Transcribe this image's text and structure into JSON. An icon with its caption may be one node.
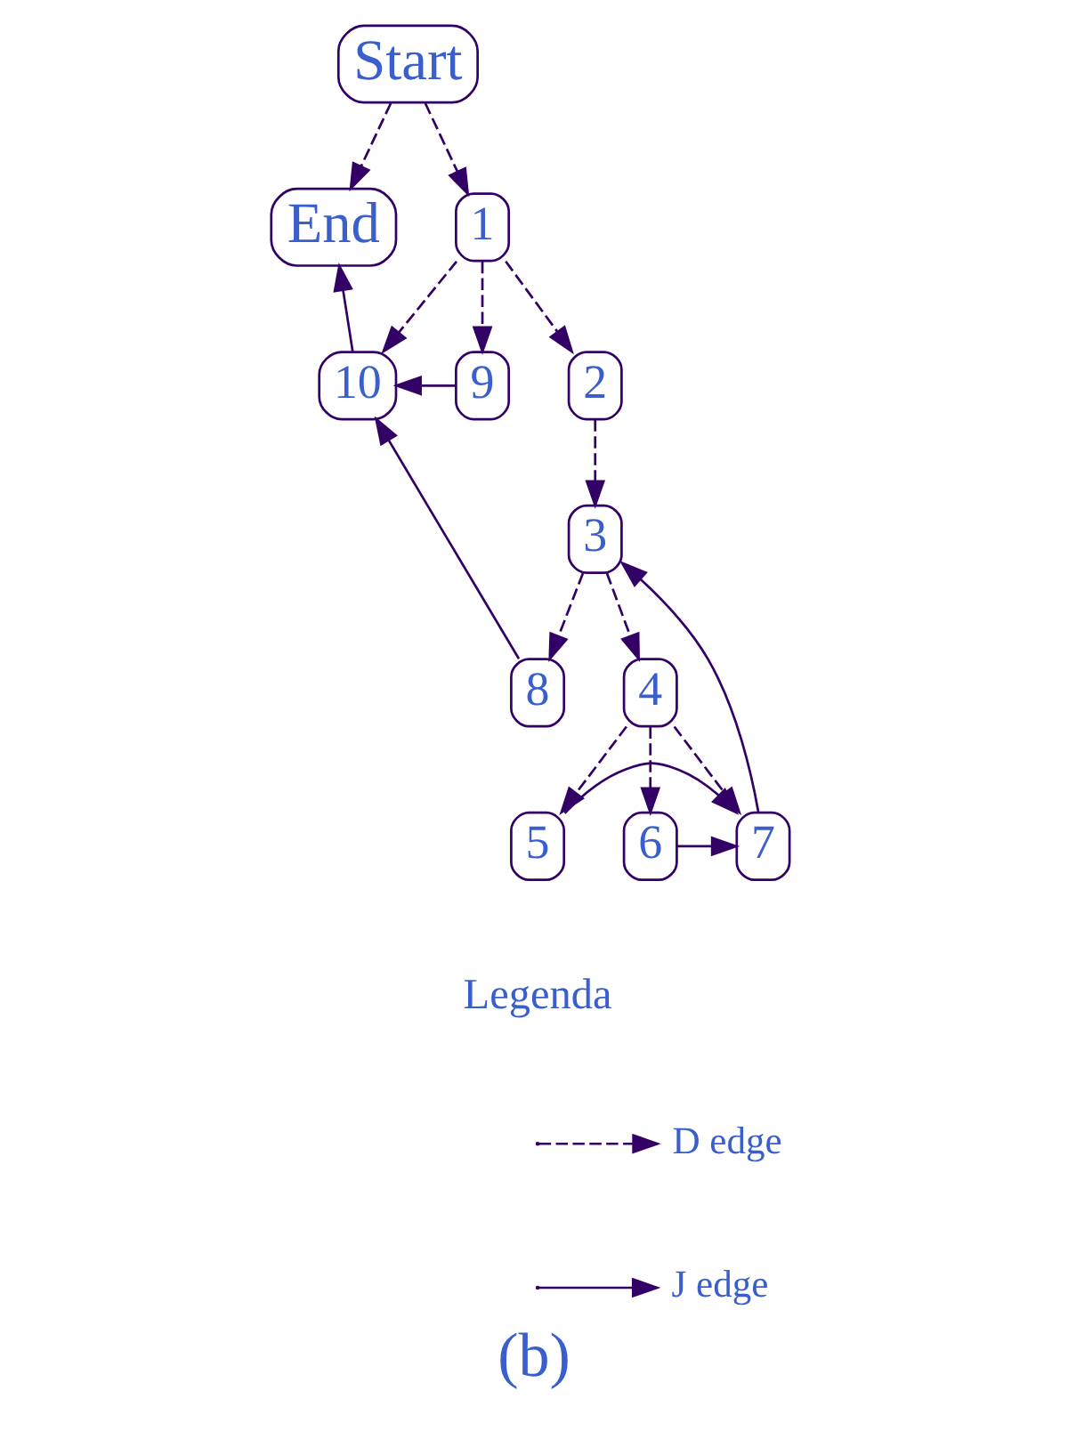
{
  "diagram": {
    "caption": "(b)",
    "nodes": [
      {
        "text": [
          "Start"
        ]
      },
      {
        "text": [
          "End"
        ]
      },
      {
        "text": [
          "1"
        ]
      },
      {
        "text": [
          "10"
        ]
      },
      {
        "text": [
          "9"
        ]
      },
      {
        "text": [
          "2"
        ]
      },
      {
        "text": [
          "3"
        ]
      },
      {
        "text": [
          "8"
        ]
      },
      {
        "text": [
          "4"
        ]
      },
      {
        "text": [
          "5"
        ]
      },
      {
        "text": [
          "6"
        ]
      },
      {
        "text": [
          "7"
        ]
      }
    ],
    "edges": [
      {
        "from": 0,
        "to": 1,
        "arrow": "to",
        "style": "dashed"
      },
      {
        "from": 0,
        "to": 2,
        "arrow": "to",
        "style": "dashed"
      },
      {
        "from": 2,
        "to": 3,
        "arrow": "to",
        "style": "dashed"
      },
      {
        "from": 2,
        "to": 4,
        "arrow": "to",
        "style": "dashed"
      },
      {
        "from": 2,
        "to": 5,
        "arrow": "to",
        "style": "dashed"
      },
      {
        "from": 5,
        "to": 6,
        "arrow": "to",
        "style": "dashed"
      },
      {
        "from": 6,
        "to": 7,
        "arrow": "to",
        "style": "dashed"
      },
      {
        "from": 6,
        "to": 8,
        "arrow": "to",
        "style": "dashed"
      },
      {
        "from": 8,
        "to": 9,
        "arrow": "to",
        "style": "dashed"
      },
      {
        "from": 8,
        "to": 10,
        "arrow": "to",
        "style": "dashed"
      },
      {
        "from": 8,
        "to": 11,
        "arrow": "to",
        "style": "dashed"
      },
      {
        "from": 3,
        "to": 1,
        "arrow": "to"
      },
      {
        "from": 4,
        "to": 3,
        "arrow": "to"
      },
      {
        "from": 7,
        "to": 3,
        "arrow": "to"
      },
      {
        "from": 10,
        "to": 11,
        "arrow": "to"
      },
      {
        "from": 9,
        "to": 11,
        "arrow": "to"
      },
      {
        "from": 11,
        "to": 6,
        "arrow": "to"
      }
    ],
    "labels": [
      "Legenda"
    ],
    "legend": [
      {
        "text": "D edge"
      },
      {
        "text": "J edge"
      }
    ]
  }
}
